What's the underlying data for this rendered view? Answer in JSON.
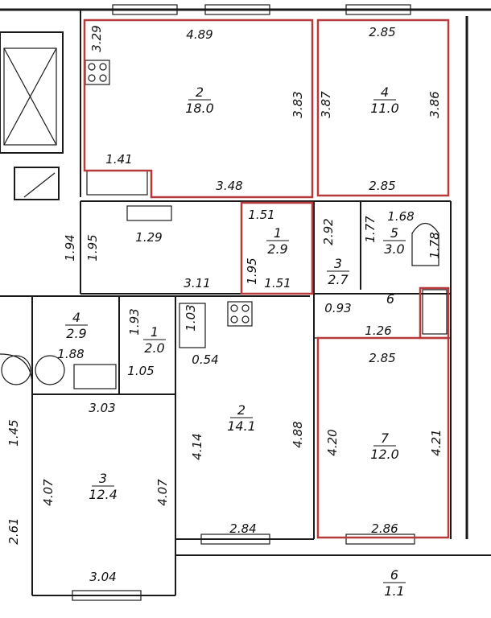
{
  "rooms": [
    {
      "id": "r-upper-2",
      "number": "2",
      "area": "18.0"
    },
    {
      "id": "r-upper-4",
      "number": "4",
      "area": "11.0"
    },
    {
      "id": "r-upper-1",
      "number": "1",
      "area": "2.9"
    },
    {
      "id": "r-upper-5",
      "number": "5",
      "area": "3.0"
    },
    {
      "id": "r-upper-3",
      "number": "3",
      "area": "2.7"
    },
    {
      "id": "r-upper-6",
      "number": "6",
      "area": ""
    },
    {
      "id": "r-upper-7",
      "number": "7",
      "area": "12.0"
    },
    {
      "id": "r-lower-4",
      "number": "4",
      "area": "2.9"
    },
    {
      "id": "r-lower-1",
      "number": "1",
      "area": "2.0"
    },
    {
      "id": "r-lower-2",
      "number": "2",
      "area": "14.1"
    },
    {
      "id": "r-lower-3",
      "number": "3",
      "area": "12.4"
    },
    {
      "id": "r-balcony-6",
      "number": "6",
      "area": "1.1"
    }
  ],
  "dimensions": [
    "4.89",
    "3.29",
    "3.83",
    "1.41",
    "3.48",
    "2.85",
    "3.87",
    "3.86",
    "2.85",
    "1.51",
    "2.92",
    "1.95",
    "1.51",
    "1.77",
    "1.68",
    "1.78",
    "0.93",
    "1.26",
    "2.85",
    "4.20",
    "4.21",
    "2.86",
    "1.94",
    "1.95",
    "1.29",
    "3.11",
    "1.93",
    "1.88",
    "1.05",
    "0.54",
    "1.03",
    "3.03",
    "4.14",
    "4.88",
    "2.84",
    "1.45",
    "4.07",
    "4.07",
    "2.61",
    "3.04"
  ],
  "colors": {
    "walls": "#1a1a1a",
    "highlight": "#b83a3a"
  }
}
